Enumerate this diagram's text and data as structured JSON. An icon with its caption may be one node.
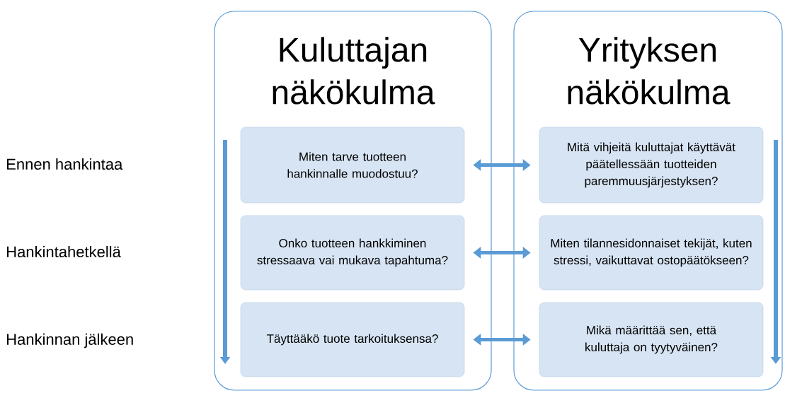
{
  "diagram": {
    "nodes": [
      {
        "text": [
          "Kuluttajan näkökulma"
        ]
      },
      {
        "text": [
          "Miten tarve tuotteen hankinnalle muodostuu?"
        ],
        "in": 0
      },
      {
        "text": [
          "Onko tuotteen hankkiminen stressaava vai mukava tapahtuma?"
        ],
        "in": 0
      },
      {
        "text": [
          "Täyttääkö tuote tarkoituksensa?"
        ],
        "in": 0
      },
      {
        "text": [
          "Yrityksen näkökulma"
        ]
      },
      {
        "text": [
          "Mitä vihjeitä kuluttajat käyttävät päätellessään tuotteiden paremmuusjärjestyksen?"
        ],
        "in": 4
      },
      {
        "text": [
          "Miten tilannesidonnaiset tekijät, kuten stressi, vaikuttavat ostopäätökseen?"
        ],
        "in": 4
      },
      {
        "text": [
          "Mikä määrittää sen, että kuluttaja on tyytyväinen?"
        ],
        "in": 4
      }
    ],
    "edges": [
      {
        "from": 1,
        "to": 5,
        "arrow": "both"
      },
      {
        "from": 2,
        "to": 6,
        "arrow": "both"
      },
      {
        "from": 3,
        "to": 7,
        "arrow": "both"
      }
    ],
    "labels": [
      "Ennen hankintaa",
      "Hankintahetkellä",
      "Hankinnan jälkeen"
    ]
  }
}
